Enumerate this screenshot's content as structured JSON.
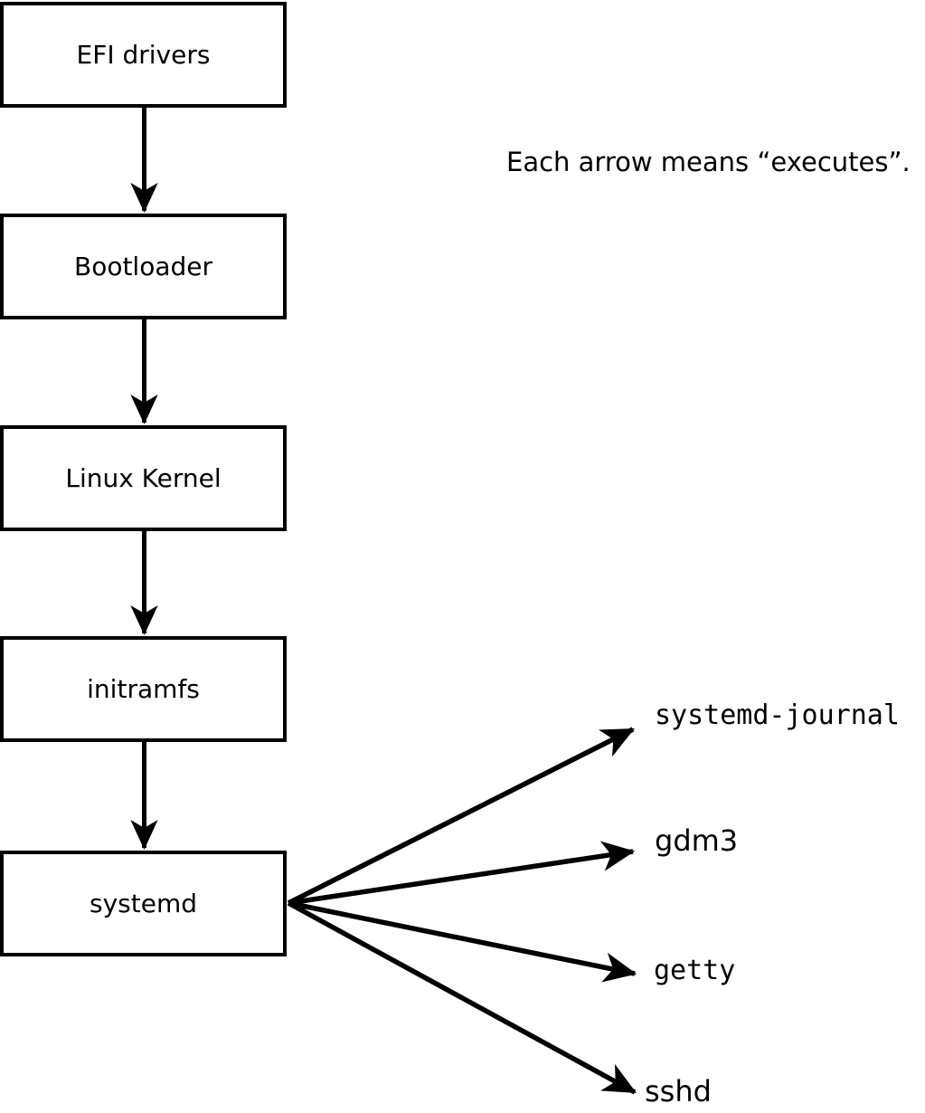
{
  "note": "Each arrow means “executes”.",
  "boxes": [
    {
      "label": "EFI drivers"
    },
    {
      "label": "Bootloader"
    },
    {
      "label": "Linux Kernel"
    },
    {
      "label": "initramfs"
    },
    {
      "label": "systemd"
    }
  ],
  "targets": [
    {
      "label": "systemd-journal"
    },
    {
      "label": "gdm3"
    },
    {
      "label": "getty"
    },
    {
      "label": "sshd"
    }
  ],
  "edges": [
    {
      "from": "EFI drivers",
      "to": "Bootloader",
      "meaning": "executes"
    },
    {
      "from": "Bootloader",
      "to": "Linux Kernel",
      "meaning": "executes"
    },
    {
      "from": "Linux Kernel",
      "to": "initramfs",
      "meaning": "executes"
    },
    {
      "from": "initramfs",
      "to": "systemd",
      "meaning": "executes"
    },
    {
      "from": "systemd",
      "to": "systemd-journal",
      "meaning": "executes"
    },
    {
      "from": "systemd",
      "to": "gdm3",
      "meaning": "executes"
    },
    {
      "from": "systemd",
      "to": "getty",
      "meaning": "executes"
    },
    {
      "from": "systemd",
      "to": "sshd",
      "meaning": "executes"
    }
  ],
  "colors": {
    "stroke": "#000000",
    "background": "#ffffff"
  }
}
